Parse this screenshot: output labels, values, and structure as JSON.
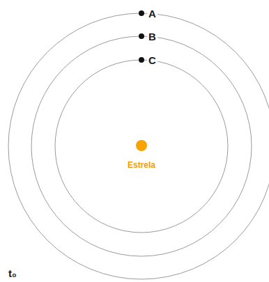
{
  "diagram": {
    "labels": [
      "A",
      "B",
      "C",
      "Estrela",
      "t₀"
    ]
  }
}
